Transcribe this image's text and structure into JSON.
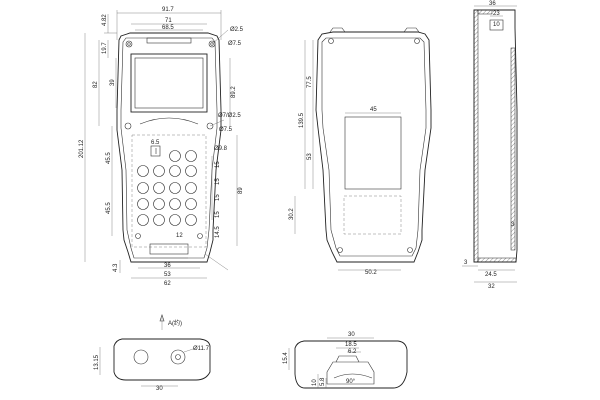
{
  "front": {
    "width_overall": "91.7",
    "width_inner": "71",
    "width_screen": "68.5",
    "top_offset": "4.82",
    "screen_top": "19.7",
    "screen_h": "39",
    "screen_block": "82",
    "right_h": "89.2",
    "total_h": "201.12",
    "hole_top": "Ø2.5",
    "hole_mid": "Ø7.5",
    "hole_right": "Ø7/Ø2.5",
    "hole_small": "Ø7.5",
    "key_dia": "Ø9.8",
    "key_pitch_x": "6.5",
    "row_a": "15",
    "row_b": "15",
    "row_c": "15",
    "row_d": "15",
    "keypad_h": "89",
    "left_a": "45.5",
    "left_b": "45.5",
    "bottom_pitch": "14.5",
    "bottom_12": "12",
    "base_36": "36",
    "base_53": "53",
    "base_62": "62",
    "base_43": "4.3"
  },
  "back": {
    "dim_1395": "139.5",
    "dim_775": "77.5",
    "dim_45": "45",
    "dim_53": "53",
    "dim_302": "30.2",
    "dim_502": "50.2"
  },
  "side": {
    "top_36": "36",
    "top_23": "23",
    "top_10": "10",
    "dim_3a": "3",
    "dim_3b": "3",
    "dim_245": "24.5",
    "dim_32": "32"
  },
  "bottom_view": {
    "label": "A(约)",
    "dim_1315": "13.15",
    "dim_117": "Ø11.7",
    "dim_30": "30"
  },
  "bottom_right": {
    "dim_30": "30",
    "dim_185": "18.5",
    "dim_62": "6.2",
    "dim_154": "15.4",
    "dim_10": "10",
    "dim_58": "5.8",
    "angle": "90°"
  }
}
